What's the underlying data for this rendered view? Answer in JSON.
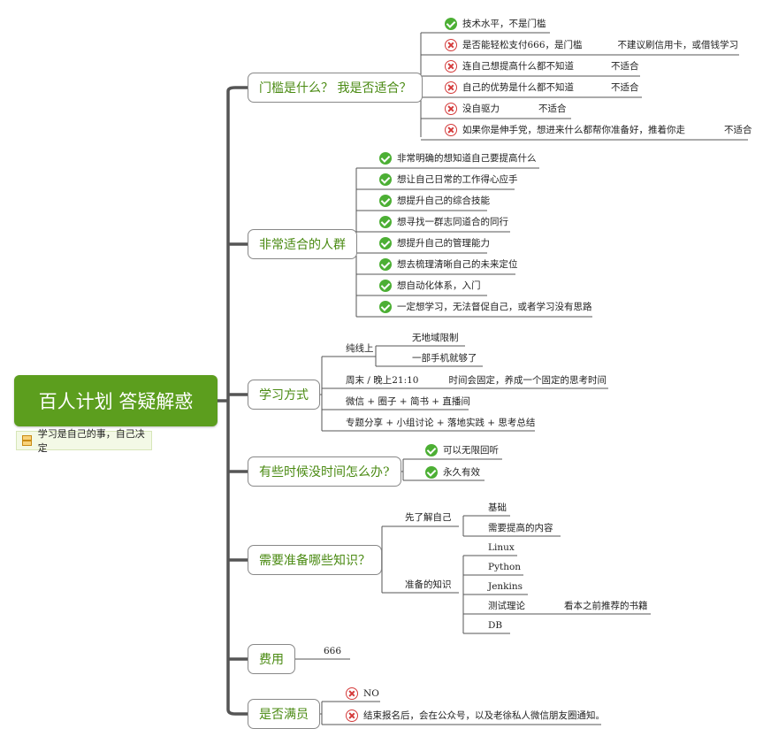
{
  "root": {
    "title": "百人计划 答疑解惑",
    "note": "学习是自己的事，自己决定"
  },
  "colors": {
    "accent": "#5c9e1e",
    "branch_text": "#4a8a12",
    "ok": "#4caf34",
    "no": "#d43a3a",
    "connector": "#555555"
  },
  "branches": {
    "threshold": {
      "label": "门槛是什么？ 我是否适合？",
      "items": [
        {
          "icon": "check-icon",
          "text": "技术水平，不是门槛",
          "note": ""
        },
        {
          "icon": "cross-icon",
          "text": "是否能轻松支付666，是门槛",
          "note": "不建议刷信用卡，或借钱学习"
        },
        {
          "icon": "cross-icon",
          "text": "连自己想提高什么都不知道",
          "note": "不适合"
        },
        {
          "icon": "cross-icon",
          "text": "自己的优势是什么都不知道",
          "note": "不适合"
        },
        {
          "icon": "cross-icon",
          "text": "没自驱力",
          "note": "不适合"
        },
        {
          "icon": "cross-icon",
          "text": "如果你是伸手党，想进来什么都帮你准备好，推着你走",
          "note": "不适合"
        }
      ]
    },
    "suitable": {
      "label": "非常适合的人群",
      "items": [
        "非常明确的想知道自己要提高什么",
        "想让自己日常的工作得心应手",
        "想提升自己的综合技能",
        "想寻找一群志同道合的同行",
        "想提升自己的管理能力",
        "想去梳理清晰自己的未来定位",
        "想自动化体系，入门",
        "一定想学习，无法督促自己，或者学习没有思路"
      ]
    },
    "method": {
      "label": "学习方式",
      "online": {
        "label": "纯线上",
        "children": [
          "无地域限制",
          "一部手机就够了"
        ]
      },
      "schedule": {
        "label": "周末 / 晚上21:10",
        "note": "时间会固定，养成一个固定的思考时间"
      },
      "channels": "微信 + 圈子 + 简书 + 直播间",
      "activities": "专题分享 + 小组讨论 + 落地实践 + 思考总结"
    },
    "time": {
      "label": "有些时候没时间怎么办?",
      "items": [
        "可以无限回听",
        "永久有效"
      ]
    },
    "knowledge": {
      "label": "需要准备哪些知识？",
      "understand": {
        "label": "先了解自己",
        "children": [
          "基础",
          "需要提高的内容"
        ]
      },
      "prepare": {
        "label": "准备的知识",
        "children": [
          "Linux",
          "Python",
          "Jenkins",
          "测试理论",
          "DB"
        ],
        "theory_note": "看本之前推荐的书籍"
      }
    },
    "fee": {
      "label": "费用",
      "value": "666"
    },
    "full": {
      "label": "是否满员",
      "items": [
        "NO",
        "结束报名后，会在公众号，以及老徐私人微信朋友圈通知。"
      ]
    }
  }
}
